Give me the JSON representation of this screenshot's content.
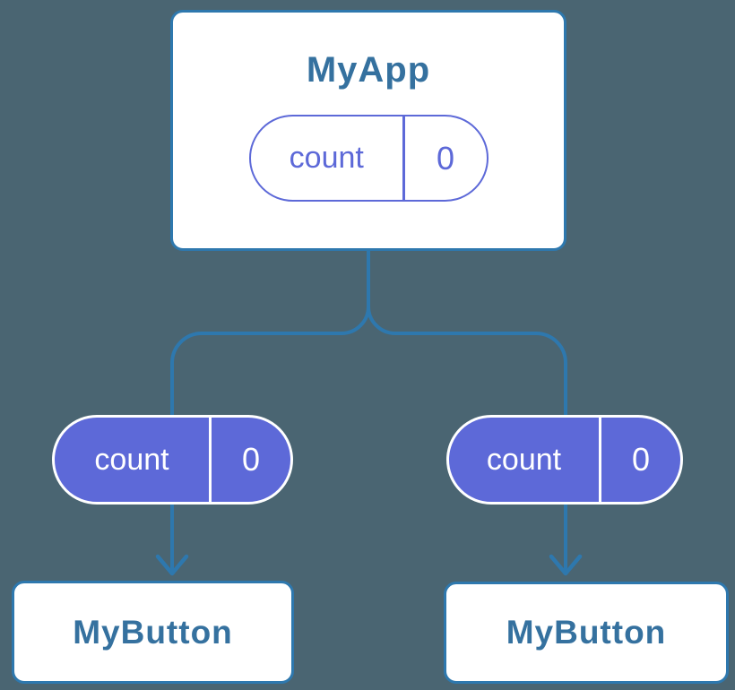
{
  "diagram": {
    "type": "component-tree",
    "colors": {
      "background": "#4a6572",
      "line": "#2e78ae",
      "card_border": "#2e78ae",
      "card_text": "#35719f",
      "purple": "#5d69d8",
      "pill_text_on_fill": "#ffffff"
    },
    "root": {
      "title": "MyApp",
      "state_pill": {
        "label": "count",
        "value": "0",
        "style": "outlined"
      }
    },
    "children": [
      {
        "title": "MyButton",
        "state_pill": {
          "label": "count",
          "value": "0",
          "style": "filled"
        }
      },
      {
        "title": "MyButton",
        "state_pill": {
          "label": "count",
          "value": "0",
          "style": "filled"
        }
      }
    ]
  }
}
